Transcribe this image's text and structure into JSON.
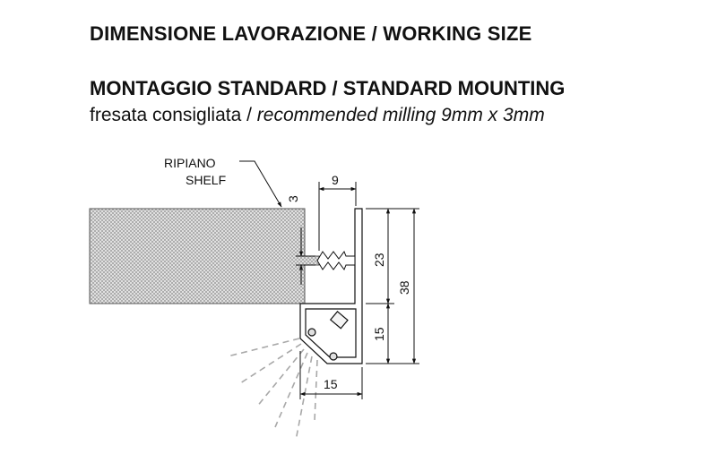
{
  "header": {
    "title": "DIMENSIONE LAVORAZIONE / WORKING SIZE",
    "subtitle": "MONTAGGIO STANDARD / STANDARD MOUNTING",
    "milling_it": "fresata consigliata / ",
    "milling_en": "recommended milling 9mm x 3mm"
  },
  "drawing": {
    "label_it": "RIPIANO",
    "label_en": "SHELF",
    "dims": {
      "groove_width": "9",
      "groove_depth": "3",
      "shelf_thickness": "23",
      "total_height": "38",
      "profile_height": "15",
      "profile_width": "15"
    }
  }
}
